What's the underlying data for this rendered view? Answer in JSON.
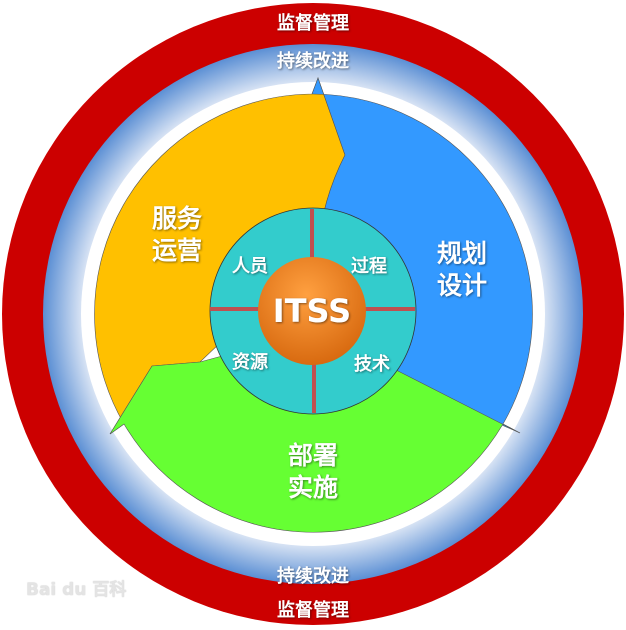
{
  "outer_ring": {
    "top_label": "监督管理",
    "bottom_label": "监督管理",
    "color": "#cc0000"
  },
  "inner_ring": {
    "top_label": "持续改进",
    "bottom_label": "持续改进",
    "color": "#5b8fd4"
  },
  "segments": [
    {
      "line1": "服务",
      "line2": "运营",
      "color": "#ffc000"
    },
    {
      "line1": "规划",
      "line2": "设计",
      "color": "#3399ff"
    },
    {
      "line1": "部署",
      "line2": "实施",
      "color": "#66ff33"
    }
  ],
  "core": {
    "center_label": "ITSS",
    "quadrants": [
      "人员",
      "过程",
      "资源",
      "技术"
    ],
    "ring_color": "#33cccc",
    "center_color": "#f08020"
  },
  "watermark": "Bai du 百科"
}
